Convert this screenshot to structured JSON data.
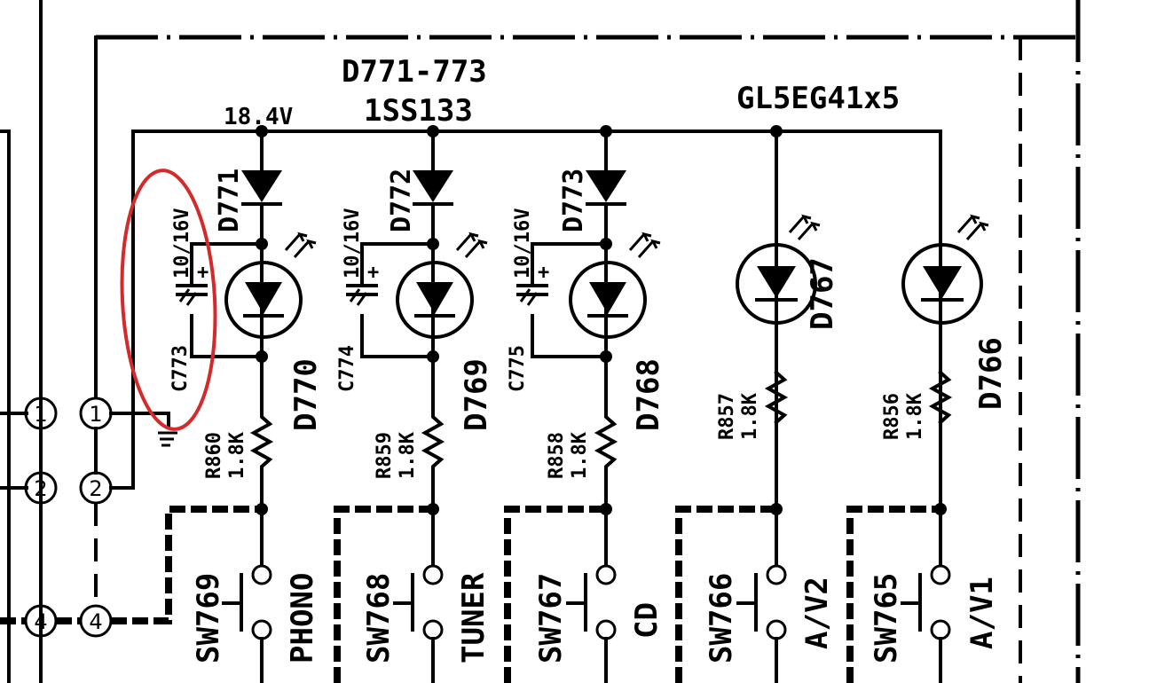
{
  "header": {
    "diode_ref": "D771-773",
    "diode_part": "1SS133",
    "led_part": "GL5EG41x5",
    "voltage": "18.4V"
  },
  "connectors": {
    "pin1": "1",
    "pin2": "2",
    "pin4": "4"
  },
  "channels": [
    {
      "diode": "D771",
      "cap": "C773",
      "cap_value": "10/16V",
      "led": "D770",
      "resistor": "R860",
      "res_value": "1.8K",
      "switch": "SW769",
      "source": "PHONO"
    },
    {
      "diode": "D772",
      "cap": "C774",
      "cap_value": "10/16V",
      "led": "D769",
      "resistor": "R859",
      "res_value": "1.8K",
      "switch": "SW768",
      "source": "TUNER"
    },
    {
      "diode": "D773",
      "cap": "C775",
      "cap_value": "10/16V",
      "led": "D768",
      "resistor": "R858",
      "res_value": "1.8K",
      "switch": "SW767",
      "source": "CD"
    },
    {
      "led": "D767",
      "resistor": "R857",
      "res_value": "1.8K",
      "switch": "SW766",
      "source": "A/V2"
    },
    {
      "led": "D766",
      "resistor": "R856",
      "res_value": "1.8K",
      "switch": "SW765",
      "source": "A/V1"
    }
  ],
  "annotation": {
    "color": "#d42a2a",
    "target": "C773"
  },
  "colors": {
    "ink": "#000000",
    "paper": "#ffffff"
  }
}
